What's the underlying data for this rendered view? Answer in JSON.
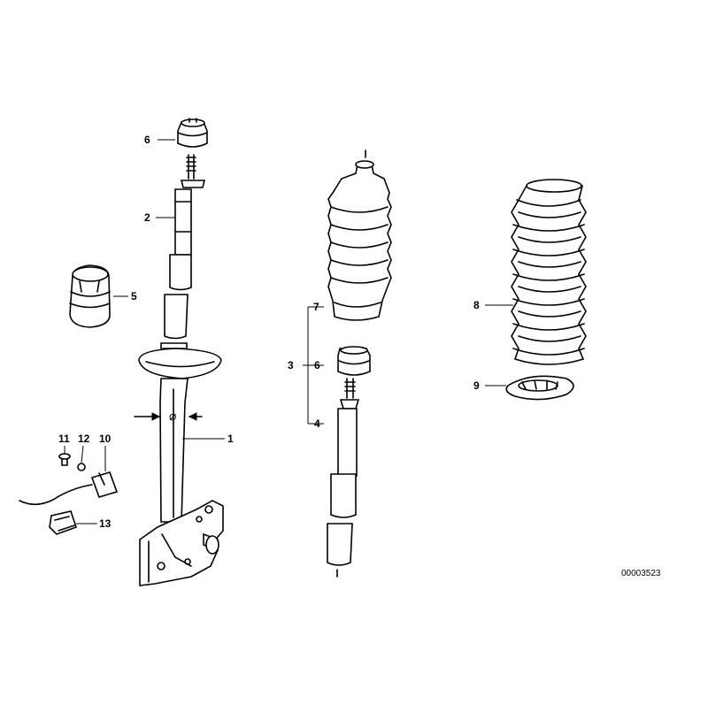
{
  "labels": {
    "1": "1",
    "2": "2",
    "3": "3",
    "4": "4",
    "5": "5",
    "6a": "6",
    "6b": "6",
    "7": "7",
    "8": "8",
    "9": "9",
    "10": "10",
    "11": "11",
    "12": "12",
    "13": "13"
  },
  "reference_number": "00003523",
  "diameter_symbol": "⌀"
}
